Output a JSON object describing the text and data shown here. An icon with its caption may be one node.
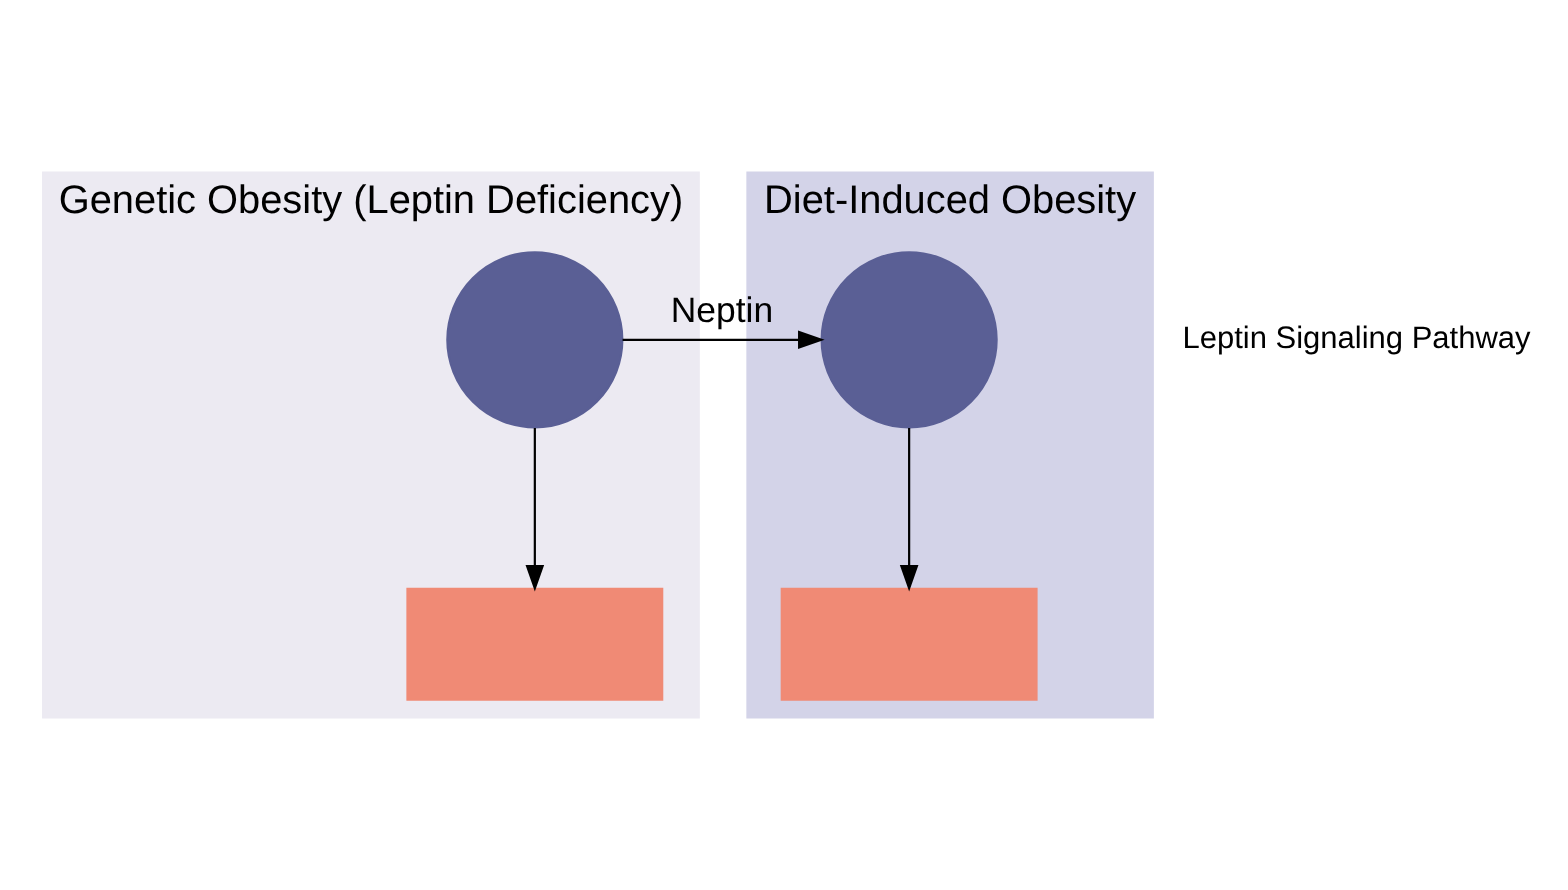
{
  "diagram": {
    "nodes": [
      {
        "text": [
          "Genetic Obesity (Leptin Deficiency)"
        ]
      },
      {
        "text": [],
        "shape": "circle",
        "in": 0
      },
      {
        "text": [],
        "shape": "box",
        "in": 0
      },
      {
        "text": [
          "Diet-Induced Obesity"
        ]
      },
      {
        "text": [],
        "shape": "circle",
        "in": 3
      },
      {
        "text": [],
        "shape": "box",
        "in": 3
      }
    ],
    "edges": [
      {
        "from": 1,
        "to": 4,
        "arrow": "to",
        "label": "Neptin"
      },
      {
        "from": 1,
        "to": 2,
        "arrow": "to"
      },
      {
        "from": 4,
        "to": 5,
        "arrow": "to"
      }
    ],
    "labels": [
      "Leptin Signaling Pathway"
    ]
  }
}
